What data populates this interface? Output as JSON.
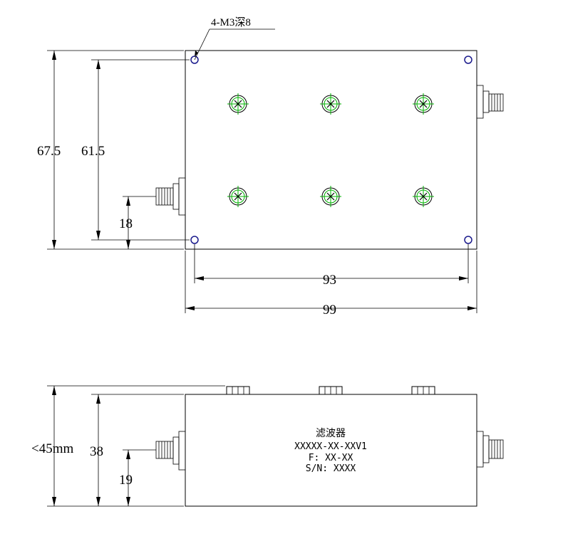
{
  "top_view": {
    "hole_callout": "4-M3深8",
    "dim_height_overall": "67.5",
    "dim_height_holes": "61.5",
    "dim_connector_height": "18",
    "dim_hole_spacing": "93",
    "dim_width_overall": "99"
  },
  "side_view": {
    "dim_height_overall": "<45mm",
    "dim_body_height": "38",
    "dim_connector_height": "19",
    "nameplate": {
      "name": "滤波器",
      "model": "XXXXX-XX-XXV1",
      "frequency": "F: XX-XX",
      "serial": "S/N: XXXX"
    }
  },
  "colors": {
    "line": "#000000",
    "mount_hole": "#1a1a8c",
    "tuning_mark": "#00b000"
  }
}
